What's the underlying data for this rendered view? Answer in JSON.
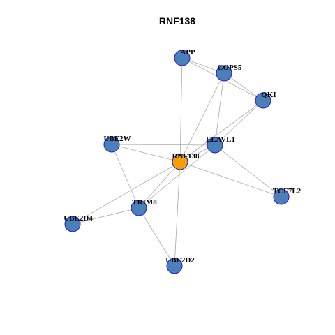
{
  "title": "RNF138",
  "colors": {
    "node_fill": "#4a7fb8",
    "node_stroke": "#1a1adc",
    "center_fill": "#f5a000",
    "edge": "#a9a9a9"
  },
  "nodes": [
    {
      "id": "APP",
      "label": "APP"
    },
    {
      "id": "COPS5",
      "label": "COPS5"
    },
    {
      "id": "QKI",
      "label": "QKI"
    },
    {
      "id": "UBE2W",
      "label": "UBE2W"
    },
    {
      "id": "ELAVL1",
      "label": "ELAVL1"
    },
    {
      "id": "RNF138",
      "label": "RNF138",
      "center": true
    },
    {
      "id": "TCF7L2",
      "label": "TCF7L2"
    },
    {
      "id": "TRIM8",
      "label": "TRIM8"
    },
    {
      "id": "UBE2D4",
      "label": "UBE2D4"
    },
    {
      "id": "UBE2D2",
      "label": "UBE2D2"
    }
  ],
  "edges": [
    [
      "APP",
      "COPS5"
    ],
    [
      "APP",
      "QKI"
    ],
    [
      "APP",
      "RNF138"
    ],
    [
      "COPS5",
      "QKI"
    ],
    [
      "COPS5",
      "ELAVL1"
    ],
    [
      "COPS5",
      "RNF138"
    ],
    [
      "QKI",
      "ELAVL1"
    ],
    [
      "QKI",
      "RNF138"
    ],
    [
      "UBE2W",
      "ELAVL1"
    ],
    [
      "UBE2W",
      "RNF138"
    ],
    [
      "UBE2W",
      "TRIM8"
    ],
    [
      "ELAVL1",
      "RNF138"
    ],
    [
      "ELAVL1",
      "TCF7L2"
    ],
    [
      "ELAVL1",
      "TRIM8"
    ],
    [
      "RNF138",
      "TCF7L2"
    ],
    [
      "RNF138",
      "TRIM8"
    ],
    [
      "RNF138",
      "UBE2D4"
    ],
    [
      "RNF138",
      "UBE2D2"
    ],
    [
      "TRIM8",
      "UBE2D4"
    ],
    [
      "TRIM8",
      "UBE2D2"
    ]
  ]
}
